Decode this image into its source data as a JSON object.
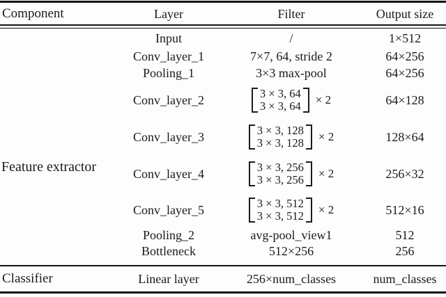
{
  "table": {
    "headers": [
      "Component",
      "Layer",
      "Filter",
      "Output size"
    ],
    "sections": [
      {
        "component": "Feature extractor",
        "rows": [
          {
            "layer": "Input",
            "filter": "/",
            "output": "1×512"
          },
          {
            "layer": "Conv_layer_1",
            "filter": "7×7, 64, stride 2",
            "output": "64×256"
          },
          {
            "layer": "Pooling_1",
            "filter": "3×3 max-pool",
            "output": "64×256"
          },
          {
            "layer": "Conv_layer_2",
            "matrix": [
              "3 × 3, 64",
              "3 × 3, 64"
            ],
            "multiplier": "× 2",
            "output": "64×128"
          },
          {
            "layer": "Conv_layer_3",
            "matrix": [
              "3 × 3, 128",
              "3 × 3, 128"
            ],
            "multiplier": "× 2",
            "output": "128×64"
          },
          {
            "layer": "Conv_layer_4",
            "matrix": [
              "3 × 3, 256",
              "3 × 3, 256"
            ],
            "multiplier": "× 2",
            "output": "256×32"
          },
          {
            "layer": "Conv_layer_5",
            "matrix": [
              "3 × 3, 512",
              "3 × 3, 512"
            ],
            "multiplier": "× 2",
            "output": "512×16"
          },
          {
            "layer": "Pooling_2",
            "filter": "avg-pool_view1",
            "output": "512"
          },
          {
            "layer": "Bottleneck",
            "filter": "512×256",
            "output": "256"
          }
        ]
      },
      {
        "component": "Classifier",
        "rows": [
          {
            "layer": "Linear layer",
            "filter": "256×num_classes",
            "output": "num_classes"
          }
        ]
      }
    ]
  },
  "colors": {
    "text": "#1a1a1a",
    "rule": "#141414",
    "background": "#fdfdfd"
  }
}
